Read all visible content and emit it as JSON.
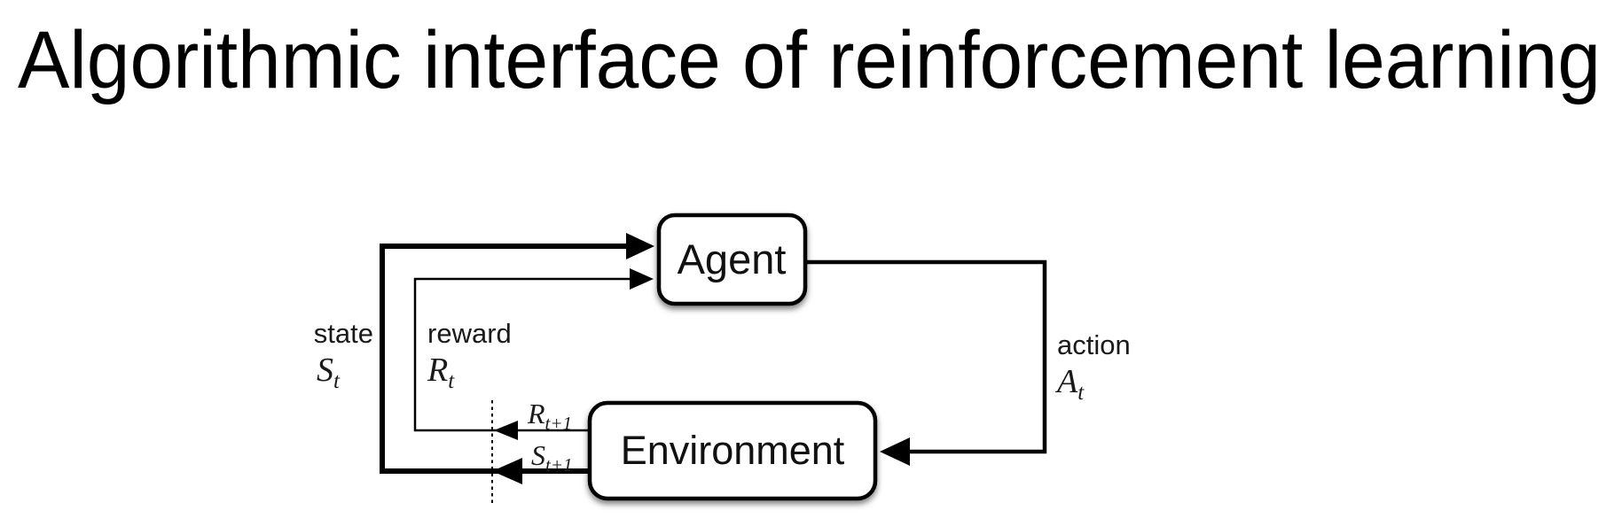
{
  "slide": {
    "title": "Algorithmic interface of reinforcement learning"
  },
  "diagram": {
    "agent": {
      "label": "Agent"
    },
    "environment": {
      "label": "Environment"
    },
    "state": {
      "word": "state",
      "var": "S",
      "sub": "t"
    },
    "reward": {
      "word": "reward",
      "var": "R",
      "sub": "t"
    },
    "action": {
      "word": "action",
      "var": "A",
      "sub": "t"
    },
    "next_reward": {
      "var": "R",
      "sub": "t+1"
    },
    "next_state": {
      "var": "S",
      "sub": "t+1"
    },
    "colors": {
      "ink": "#000000",
      "background": "#ffffff"
    }
  }
}
